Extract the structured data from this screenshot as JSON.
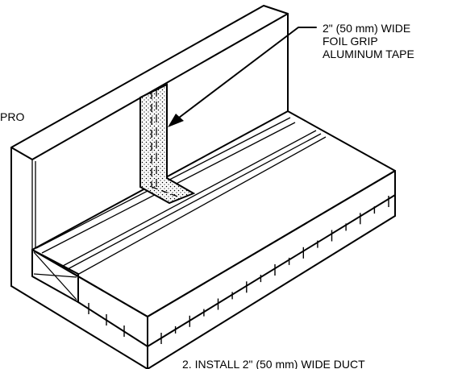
{
  "callout": {
    "line1": "2\" (50 mm) WIDE",
    "line2": "FOIL GRIP",
    "line3": "ALUMINUM TAPE"
  },
  "side_label": "PRO",
  "bottom_caption": "2.  INSTALL 2\" (50 mm) WIDE DUCT"
}
